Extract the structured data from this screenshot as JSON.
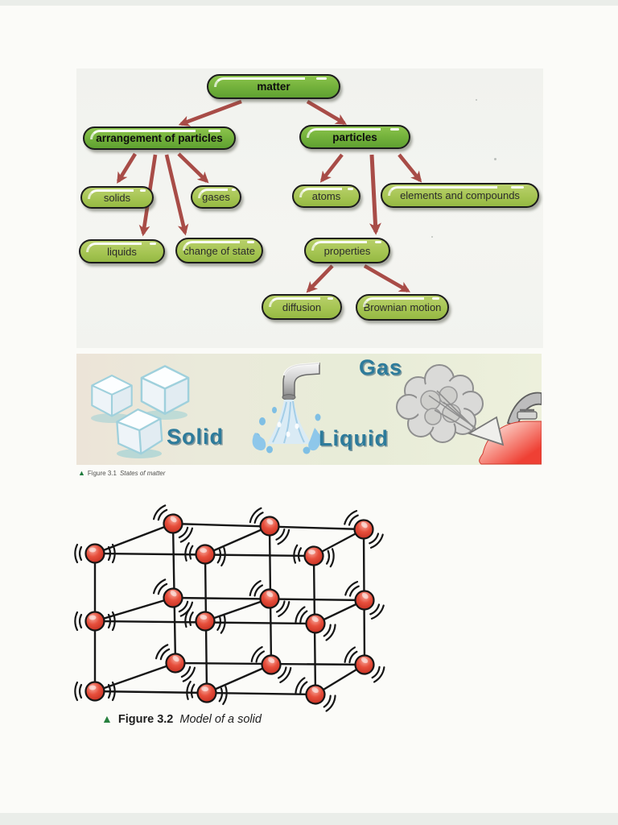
{
  "concept_map": {
    "nodes": [
      {
        "id": "matter",
        "label": "matter",
        "level": 1
      },
      {
        "id": "arrangement-of-particles",
        "label": "arrangement of particles",
        "level": 1
      },
      {
        "id": "particles",
        "label": "particles",
        "level": 1
      },
      {
        "id": "solids",
        "label": "solids",
        "level": 2
      },
      {
        "id": "liquids",
        "label": "liquids",
        "level": 2
      },
      {
        "id": "gases",
        "label": "gases",
        "level": 2
      },
      {
        "id": "change-of-state",
        "label": "change of state",
        "level": 2
      },
      {
        "id": "atoms",
        "label": "atoms",
        "level": 2
      },
      {
        "id": "elements-and-compounds",
        "label": "elements and compounds",
        "level": 2
      },
      {
        "id": "properties",
        "label": "properties",
        "level": 2
      },
      {
        "id": "diffusion",
        "label": "diffusion",
        "level": 2
      },
      {
        "id": "brownian-motion",
        "label": "Brownian motion",
        "level": 2
      }
    ],
    "edges": [
      {
        "from": "matter",
        "to": "arrangement-of-particles"
      },
      {
        "from": "matter",
        "to": "particles"
      },
      {
        "from": "arrangement-of-particles",
        "to": "solids"
      },
      {
        "from": "arrangement-of-particles",
        "to": "liquids"
      },
      {
        "from": "arrangement-of-particles",
        "to": "change-of-state"
      },
      {
        "from": "arrangement-of-particles",
        "to": "gases"
      },
      {
        "from": "particles",
        "to": "atoms"
      },
      {
        "from": "particles",
        "to": "elements-and-compounds"
      },
      {
        "from": "particles",
        "to": "properties"
      },
      {
        "from": "properties",
        "to": "diffusion"
      },
      {
        "from": "properties",
        "to": "brownian-motion"
      }
    ],
    "colors": {
      "parent_pill": "#74b23c",
      "child_pill": "#a6c553",
      "pill_border": "#1c1c1c",
      "arrow": "#a84c47"
    }
  },
  "figure_3_1": {
    "state_labels": {
      "solid": "Solid",
      "liquid": "Liquid",
      "gas": "Gas"
    },
    "caption": {
      "marker": "▲",
      "title": "Figure 3.1",
      "text": "States of matter"
    },
    "label_color": "#2d7b9b"
  },
  "figure_3_2": {
    "caption": {
      "marker": "▲",
      "title": "Figure 3.2",
      "text": "Model of a solid"
    },
    "particle_color": "#e74f3c",
    "particle_count": 18,
    "arrangement": "3 x 3 grid in 2 layers, joined by bonds, with vibration marks"
  }
}
